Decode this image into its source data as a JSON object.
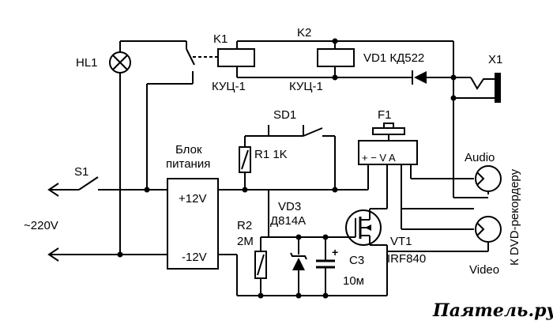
{
  "labels": {
    "hl1": "HL1",
    "k1": "K1",
    "k2": "K2",
    "kuc1_a": "КУЦ-1",
    "kuc1_b": "КУЦ-1",
    "vd1": "VD1 КД522",
    "x1": "X1",
    "sd1": "SD1",
    "f1": "F1",
    "r1": "R1 1K",
    "psu_line1": "Блок",
    "psu_line2": "питания",
    "plus12": "+12V",
    "minus12": "-12V",
    "s1": "S1",
    "mains": "~220V",
    "vd3": "VD3",
    "vd3_part": "Д814А",
    "r2": "R2",
    "r2_val": "2M",
    "c3": "C3",
    "c3_val": "10м",
    "vt1": "VT1",
    "vt1_part": "IRF840",
    "f1_terms": "+ − V A",
    "audio": "Audio",
    "video": "Video",
    "dvd": "К DVD-рекордеру",
    "plus_c3": "+",
    "watermark": "Паяmель.ру"
  }
}
